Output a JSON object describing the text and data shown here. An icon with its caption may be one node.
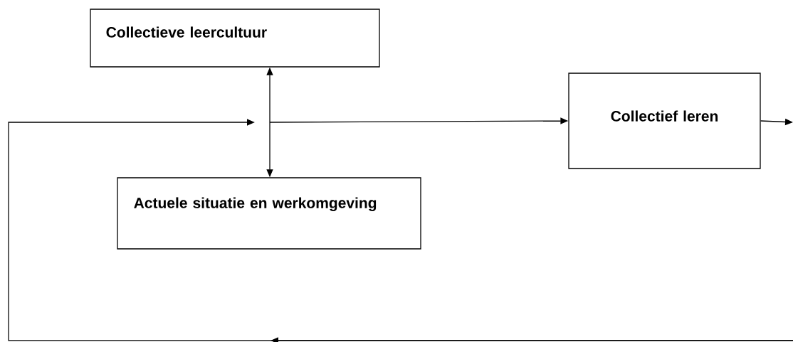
{
  "diagram": {
    "nodes": [
      {
        "text": [
          "Collectieve leercultuur"
        ]
      },
      {
        "text": [
          "Collectief leren"
        ]
      },
      {
        "text": [
          "Actuele situatie en werkomgeving"
        ]
      }
    ],
    "edges": [
      {
        "from": 0,
        "to": 2,
        "arrow": "both"
      },
      {
        "from": null,
        "to": 1,
        "arrow": "to"
      },
      {
        "from": 1,
        "to": null,
        "arrow": "to"
      }
    ]
  }
}
